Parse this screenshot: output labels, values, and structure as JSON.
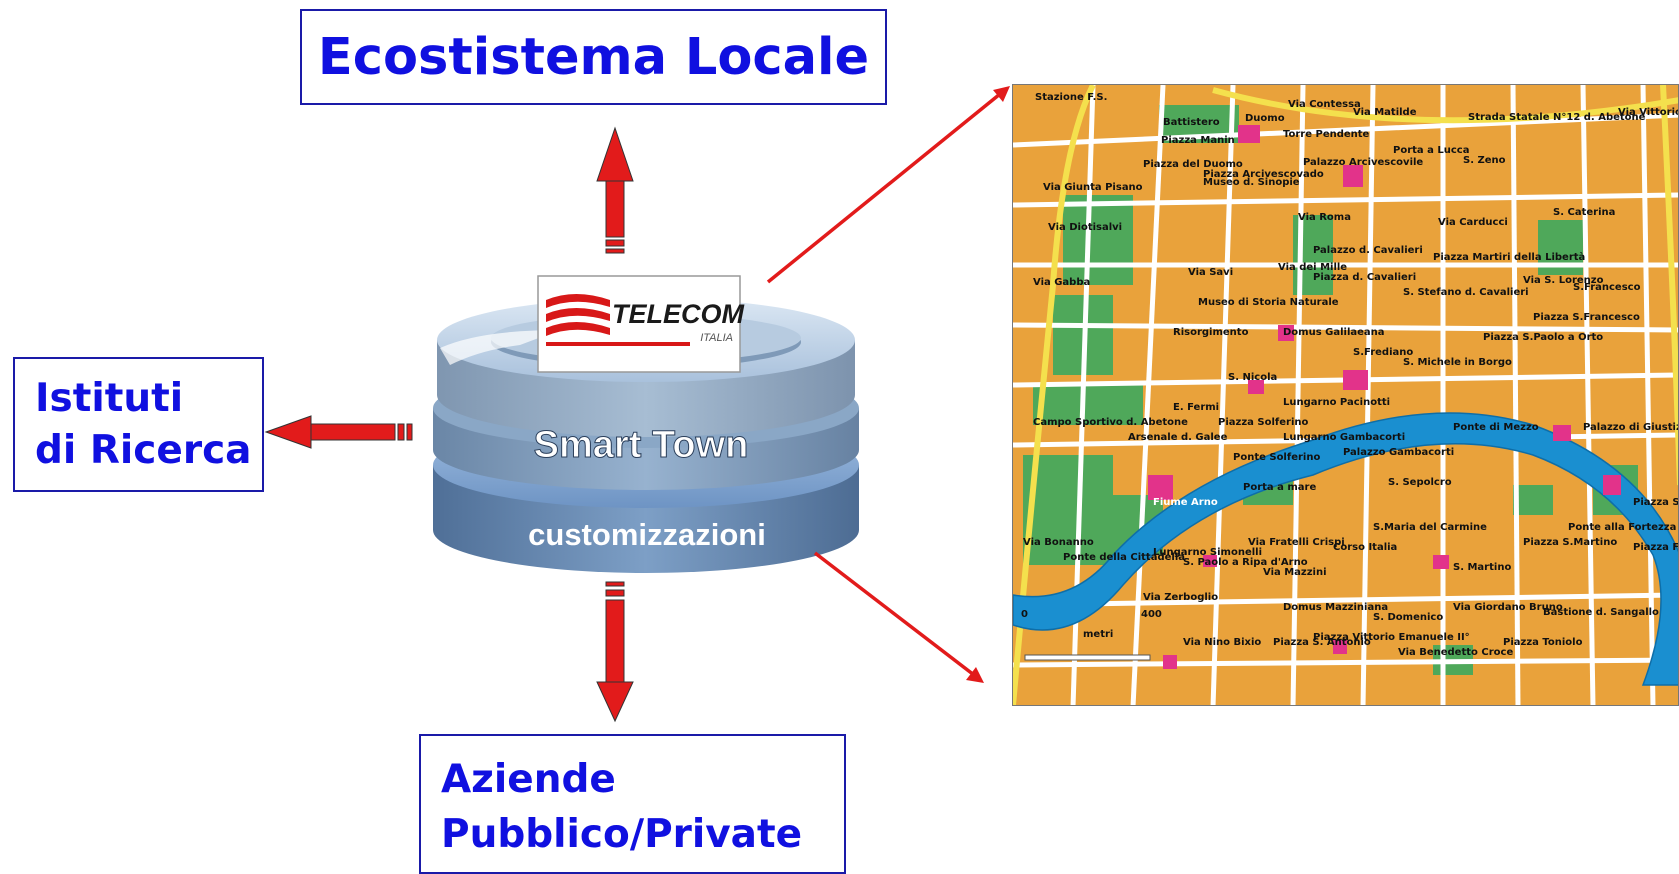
{
  "boxes": {
    "top": "Ecostistema Locale",
    "left_line1": "Istituti",
    "left_line2": "di Ricerca",
    "bottom_line1": "Aziende",
    "bottom_line2": "Pubblico/Private"
  },
  "logo": {
    "brand": "TELECOM",
    "sub": "ITALIA"
  },
  "stack": {
    "middle": "Smart Town",
    "bottom": "customizzazioni"
  },
  "map": {
    "labels": [
      "Stazione F.S.",
      "Battistero",
      "Duomo",
      "Torre Pendente",
      "Piazza Manin",
      "Piazza del Duomo",
      "Piazza Arcivescovado",
      "Palazzo Arcivescovile",
      "Museo d. Sinopie",
      "Porta a Lucca",
      "S. Zeno",
      "S. Caterina",
      "Via Giunta Pisano",
      "Via Diotisalvi",
      "Via Gabba",
      "Via Savi",
      "Via dei Mille",
      "Palazzo d. Cavalieri",
      "Piazza d. Cavalieri",
      "Piazza Martiri della Libertà",
      "S. Stefano d. Cavalieri",
      "Museo di Storia Naturale",
      "Domus Galilaeana",
      "S.Frediano",
      "S. Michele in Borgo",
      "S.Francesco",
      "Piazza S.Francesco",
      "Piazza S.Paolo a Orto",
      "S. Nicola",
      "Risorgimento",
      "E. Fermi",
      "Campo Sportivo d. Abetone",
      "Piazza Solferino",
      "Lungarno Pacinotti",
      "Arsenale d. Galee",
      "Ponte Solferino",
      "Lungarno Gambacorti",
      "Palazzo Gambacorti",
      "Ponte di Mezzo",
      "Palazzo di Giustizia",
      "Fiume Arno",
      "S. Sepolcro",
      "Porta a mare",
      "Lungarno Simonelli",
      "Via Mazzini",
      "Corso Italia",
      "S.Maria del Carmine",
      "Piazza S.Martino",
      "S. Martino",
      "Ponte alla Fortezza",
      "Ponte della Cittadella",
      "S. Paolo a Ripa d'Arno",
      "Via Zerboglio",
      "Domus Mazziniana",
      "S. Domenico",
      "Via Nino Bixio",
      "Piazza S. Antonio",
      "Piazza Vittorio Emanuele II°",
      "Via Benedetto Croce",
      "Piazza Toniolo",
      "Bastione d. Sangallo",
      "Via Bonanno",
      "Via Roma",
      "Via Carducci",
      "Via Fratelli Crispi",
      "Strada Statale N°12 d. Abetone",
      "Via Vittorio Veneto",
      "Via Matilde",
      "Via Contessa",
      "Via S. Lorenzo",
      "Piazza S.Silvestro",
      "Piazza F. Del Rosso",
      "Via Giordano Bruno",
      "0",
      "400",
      "metri"
    ]
  }
}
